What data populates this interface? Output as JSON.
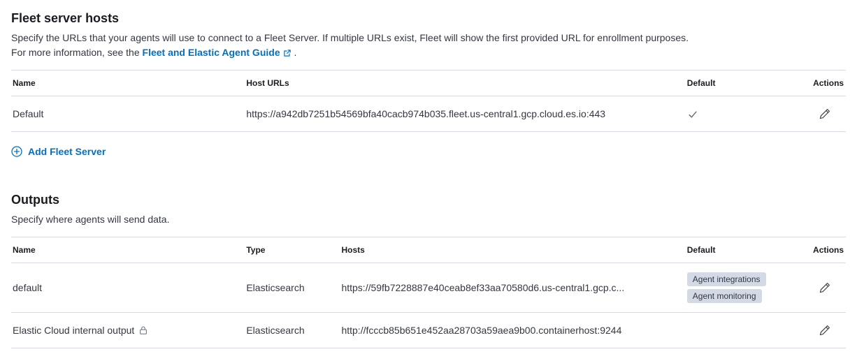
{
  "fleet_server_hosts": {
    "title": "Fleet server hosts",
    "description_line1": "Specify the URLs that your agents will use to connect to a Fleet Server. If multiple URLs exist, Fleet will show the first provided URL for enrollment purposes.",
    "description_line2_prefix": "For more information, see the",
    "guide_link_label": "Fleet and Elastic Agent Guide",
    "description_line2_suffix": ".",
    "add_button_label": "Add Fleet Server",
    "table": {
      "headers": [
        "Name",
        "Host URLs",
        "Default",
        "Actions"
      ],
      "rows": [
        {
          "name": "Default",
          "host_urls": "https://a942db7251b54569bfa40cacb974b035.fleet.us-central1.gcp.cloud.es.io:443",
          "is_default": true
        }
      ]
    }
  },
  "outputs": {
    "title": "Outputs",
    "description": "Specify where agents will send data.",
    "table": {
      "headers": [
        "Name",
        "Type",
        "Hosts",
        "Default",
        "Actions"
      ],
      "rows": [
        {
          "name": "default",
          "type": "Elasticsearch",
          "hosts": "https://59fb7228887e40ceab8ef33aa70580d6.us-central1.gcp.c...",
          "default_badges": [
            "Agent integrations",
            "Agent monitoring"
          ],
          "locked": false
        },
        {
          "name": "Elastic Cloud internal output",
          "type": "Elasticsearch",
          "hosts": "http://fcccb85b651e452aa28703a59aea9b00.containerhost:9244",
          "default_badges": [],
          "locked": true
        }
      ]
    }
  },
  "icons": {
    "external_link": "external-link-icon",
    "plus_circle": "plus-in-circle-icon",
    "check": "check-icon",
    "pencil": "pencil-icon",
    "lock": "lock-icon"
  },
  "colors": {
    "link_blue": "#0071c2",
    "text": "#343741",
    "heading": "#1a1c21",
    "border": "#d3dae6",
    "badge_background": "#d3dae6"
  }
}
